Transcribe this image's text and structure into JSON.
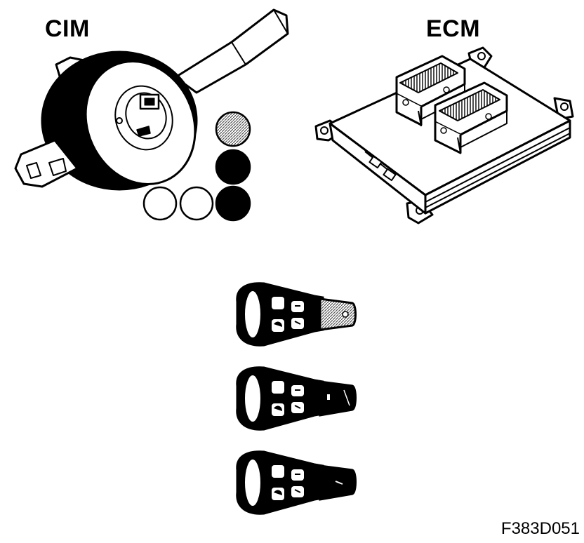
{
  "labels": {
    "cim": "CIM",
    "ecm": "ECM",
    "figure_code": "F383D051"
  },
  "indicators": [
    {
      "state": "hatched"
    },
    {
      "state": "filled"
    },
    {
      "state": "empty"
    },
    {
      "state": "empty"
    },
    {
      "state": "filled"
    }
  ],
  "keys": [
    {
      "variant": "blade-hatched"
    },
    {
      "variant": "blade-black"
    },
    {
      "variant": "blade-black"
    }
  ],
  "colors": {
    "ink": "#000000",
    "paper": "#ffffff",
    "hatch": "#8a8a8a"
  }
}
